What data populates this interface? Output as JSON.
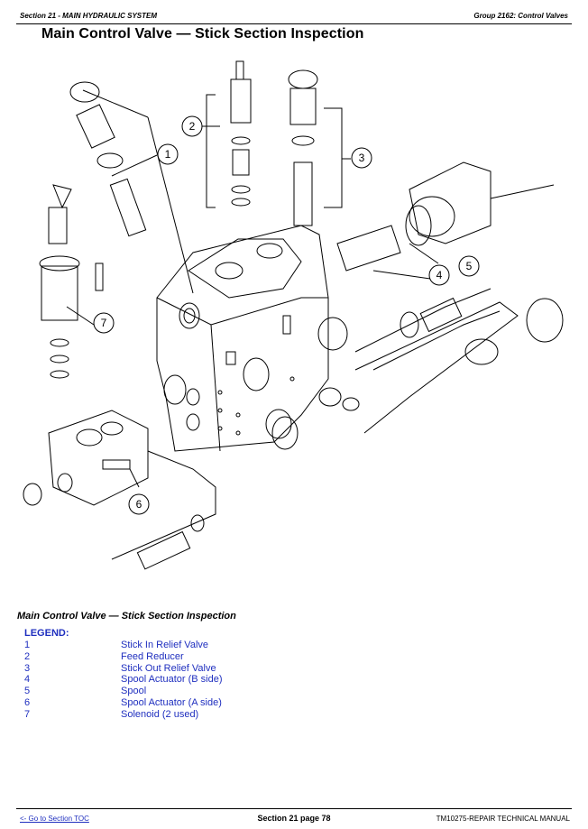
{
  "header": {
    "section": "Section 21 - MAIN HYDRAULIC SYSTEM",
    "group": "Group 2162: Control Valves"
  },
  "title": "Main Control Valve — Stick Section Inspection",
  "figure": {
    "callouts": [
      "1",
      "2",
      "3",
      "4",
      "5",
      "6",
      "7"
    ]
  },
  "caption": "Main Control Valve — Stick Section Inspection",
  "legend": {
    "title": "LEGEND:",
    "items": [
      {
        "num": "1",
        "label": "Stick In Relief Valve"
      },
      {
        "num": "2",
        "label": "Feed Reducer"
      },
      {
        "num": "3",
        "label": "Stick Out Relief Valve"
      },
      {
        "num": "4",
        "label": "Spool Actuator (B side)"
      },
      {
        "num": "5",
        "label": "Spool"
      },
      {
        "num": "6",
        "label": "Spool Actuator (A side)"
      },
      {
        "num": "7",
        "label": "Solenoid (2 used)"
      }
    ]
  },
  "footer": {
    "toc_link": "<- Go to Section TOC",
    "page": "Section 21 page 78",
    "manual": "TM10275-REPAIR TECHNICAL MANUAL"
  }
}
